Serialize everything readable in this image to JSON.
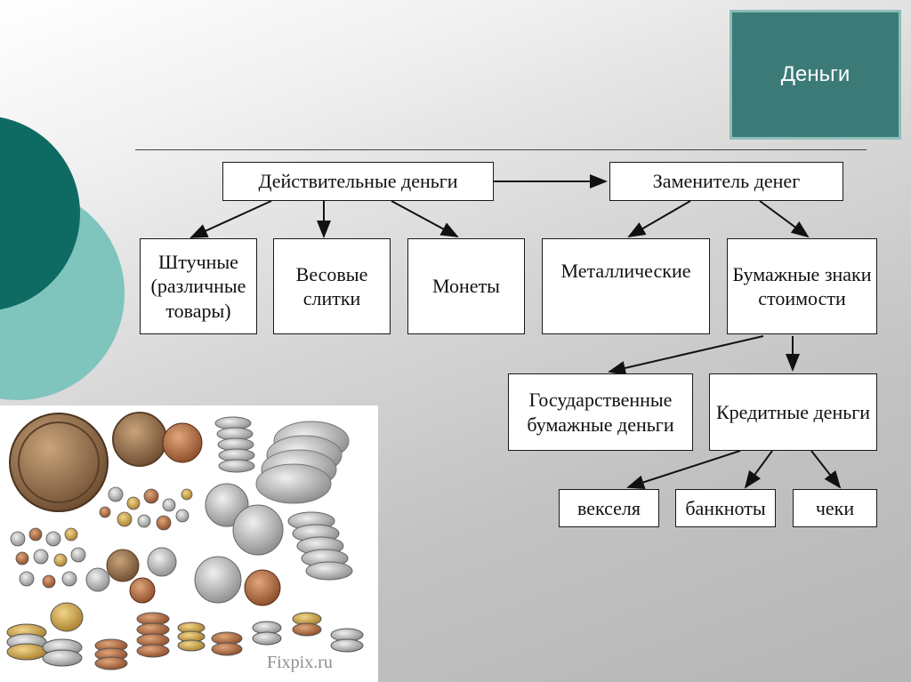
{
  "slide": {
    "title": "Деньги",
    "watermark": "Fixpix.ru"
  },
  "diagram": {
    "nodes": {
      "real_money": "Действительные деньги",
      "money_substitute": "Заменитель денег",
      "piece_goods": "Штучные (различные товары)",
      "weight_ingots": "Весовые слитки",
      "coins": "Монеты",
      "metallic": "Металлические",
      "paper_value_tokens": "Бумажные знаки стоимости",
      "state_paper_money": "Государственные бумажные деньги",
      "credit_money": "Кредитные деньги",
      "bills_of_exchange": "векселя",
      "banknotes": "банкноты",
      "checks": "чеки"
    },
    "edges": [
      [
        "real_money",
        "money_substitute"
      ],
      [
        "real_money",
        "piece_goods"
      ],
      [
        "real_money",
        "weight_ingots"
      ],
      [
        "real_money",
        "coins"
      ],
      [
        "money_substitute",
        "metallic"
      ],
      [
        "money_substitute",
        "paper_value_tokens"
      ],
      [
        "paper_value_tokens",
        "state_paper_money"
      ],
      [
        "paper_value_tokens",
        "credit_money"
      ],
      [
        "credit_money",
        "bills_of_exchange"
      ],
      [
        "credit_money",
        "banknotes"
      ],
      [
        "credit_money",
        "checks"
      ]
    ]
  },
  "colors": {
    "title_box": "#3b7a77",
    "title_border": "#8dbdb8",
    "deco_dark": "#0e6b64",
    "deco_light": "#7fc4bd"
  },
  "icons": [
    "coins-photo"
  ]
}
